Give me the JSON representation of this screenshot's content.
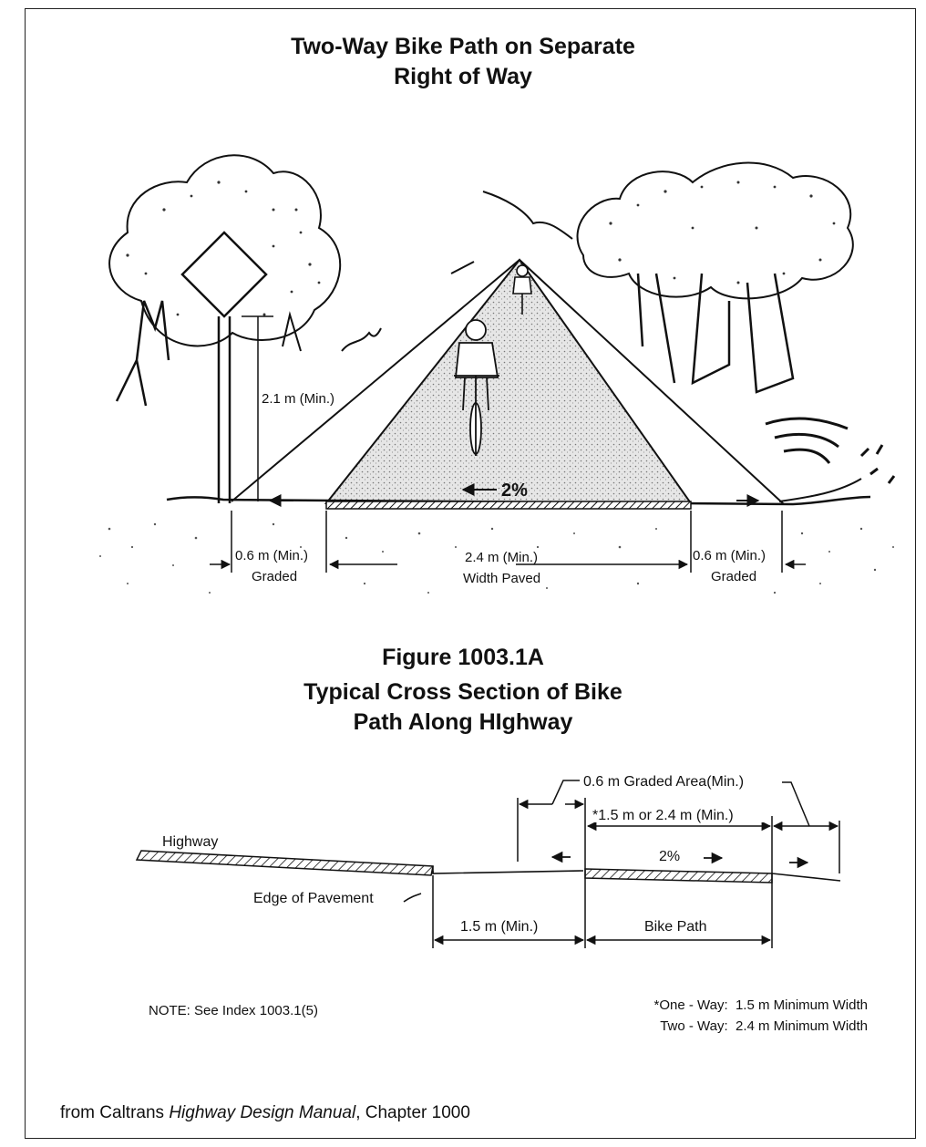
{
  "top_figure": {
    "title_line1": "Two-Way Bike Path on Separate",
    "title_line2": "Right of Way",
    "labels": {
      "sign_clearance": "2.1 m (Min.)",
      "slope": "2%",
      "left_graded_dim": "0.6 m (Min.)",
      "left_graded_text": "Graded",
      "paved_dim": "2.4 m (Min.)",
      "paved_text": "Width Paved",
      "right_graded_dim": "0.6 m (Min.)",
      "right_graded_text": "Graded"
    }
  },
  "bottom_figure": {
    "number": "Figure 1003.1A",
    "caption_line1": "Typical Cross Section of Bike",
    "caption_line2": "Path Along HIghway",
    "labels": {
      "graded_area": "0.6 m Graded Area(Min.)",
      "path_width": "*1.5 m or 2.4 m (Min.)",
      "highway": "Highway",
      "slope": "2%",
      "edge_of_pavement": "Edge of Pavement",
      "separation": "1.5 m (Min.)",
      "bike_path": "Bike Path"
    },
    "note": "NOTE: See Index 1003.1(5)",
    "footnote_line1": "*One - Way:  1.5 m Minimum Width",
    "footnote_line2": "Two - Way:  2.4 m Minimum Width"
  },
  "source": {
    "prefix": "from Caltrans ",
    "book": "Highway Design Manual",
    "suffix": ", Chapter 1000"
  },
  "colors": {
    "ink": "#111111",
    "paper": "#ffffff",
    "stipple": "#d4d4d4"
  }
}
